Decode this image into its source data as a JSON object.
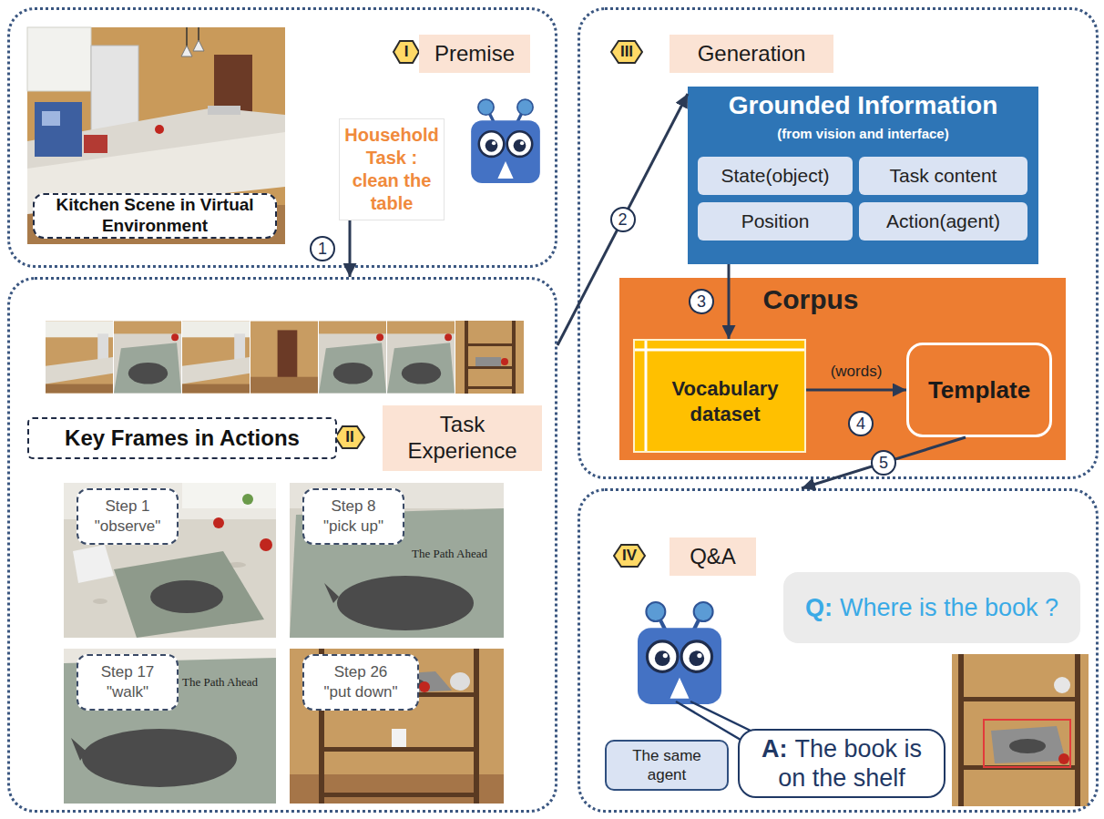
{
  "diagram": {
    "nodes": [
      {
        "text": [
          "Premise"
        ]
      },
      {
        "text": [
          "Kitchen Scene in Virtual Environment"
        ],
        "in": 0
      },
      {
        "text": [
          "Household Task : clean the table"
        ],
        "in": 0
      },
      {
        "text": [
          "Task Experience"
        ]
      },
      {
        "text": [
          "Key Frames in Actions"
        ],
        "in": 3
      },
      {
        "text": [
          "Step 1",
          "\"observe\""
        ],
        "in": 3
      },
      {
        "text": [
          "Step 8",
          "\"pick up\""
        ],
        "in": 3
      },
      {
        "text": [
          "Step 17",
          "\"walk\""
        ],
        "in": 3
      },
      {
        "text": [
          "Step 26",
          "\"put down\""
        ],
        "in": 3
      },
      {
        "text": [
          "Generation"
        ]
      },
      {
        "text": [
          "Grounded Information",
          "(from vision and interface)"
        ],
        "in": 9
      },
      {
        "text": [
          "State(object)"
        ],
        "in": 10
      },
      {
        "text": [
          "Task content"
        ],
        "in": 10
      },
      {
        "text": [
          "Position"
        ],
        "in": 10
      },
      {
        "text": [
          "Action(agent)"
        ],
        "in": 10
      },
      {
        "text": [
          "Corpus"
        ],
        "in": 9
      },
      {
        "text": [
          "Vocabulary dataset"
        ],
        "in": 15
      },
      {
        "text": [
          "Template"
        ],
        "in": 15
      },
      {
        "text": [
          "Q&A"
        ]
      },
      {
        "text": [
          "Q:",
          "Where is the book ?"
        ],
        "in": 18
      },
      {
        "text": [
          "A:",
          "The book is on the shelf"
        ],
        "in": 18
      },
      {
        "text": [
          "The same agent"
        ],
        "in": 18
      }
    ],
    "edges": [
      {
        "from": 2,
        "to": 3,
        "arrow": "to",
        "label": "1"
      },
      {
        "from": 3,
        "to": 10,
        "arrow": "to",
        "label": "2"
      },
      {
        "from": 10,
        "to": 16,
        "arrow": "to",
        "label": "3"
      },
      {
        "from": 16,
        "to": 17,
        "arrow": "to",
        "label": "(words)"
      },
      {
        "from": 17,
        "to": 18,
        "arrow": "to",
        "label": "5"
      }
    ],
    "labels": [
      "I",
      "The Path Ahead",
      "The Path Ahead",
      "II",
      "III",
      "4",
      "IV"
    ]
  }
}
